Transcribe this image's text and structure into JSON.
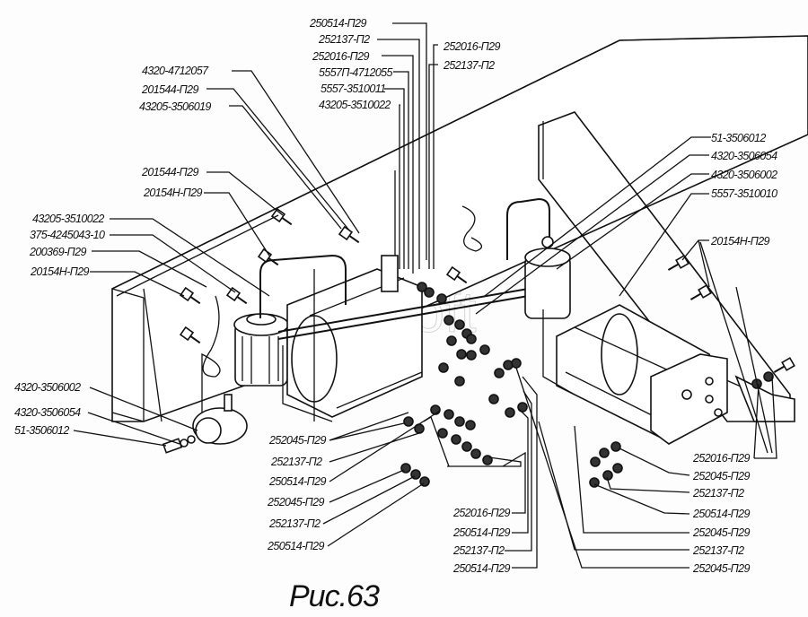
{
  "figure": {
    "caption": "Рис.63",
    "watermark": "AutoSoft"
  },
  "labels": {
    "top_column": [
      "250514-П29",
      "252137-П2",
      "252016-П29",
      "5557П-4712055",
      "5557-3510011",
      "43205-3510022"
    ],
    "top_right": [
      "252016-П29",
      "252137-П2"
    ],
    "upper_left": [
      "4320-4712057",
      "201544-П29",
      "43205-3506019"
    ],
    "mid_left_bolts": [
      "201544-П29",
      "20154Н-П29"
    ],
    "left_group": [
      "43205-3510022",
      "375-4245043-10",
      "200369-П29",
      "20154Н-П29"
    ],
    "lower_left": [
      "4320-3506002",
      "4320-3506054",
      "51-3506012"
    ],
    "right_upper": [
      "51-3506012",
      "4320-3506054",
      "4320-3506002",
      "5557-3510010"
    ],
    "right_bolt": "20154Н-П29",
    "bottom_center_left": [
      "252045-П29",
      "252137-П2",
      "250514-П29",
      "252045-П29",
      "252137-П2",
      "250514-П29"
    ],
    "bottom_center": [
      "252016-П29",
      "250514-П29",
      "252137-П2",
      "250514-П29"
    ],
    "bottom_right": [
      "252016-П29",
      "252045-П29",
      "252137-П2",
      "250514-П29",
      "252045-П29",
      "252137-П2",
      "252045-П29"
    ]
  }
}
